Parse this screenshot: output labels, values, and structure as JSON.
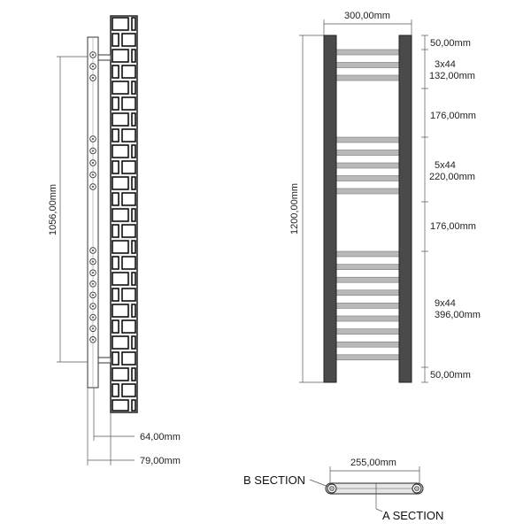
{
  "side_view": {
    "height_label": "1056,00mm",
    "depth_labels": [
      "64,00mm",
      "79,00mm"
    ]
  },
  "front_view": {
    "width_label": "300,00mm",
    "height_label": "1200,00mm",
    "rail_groups": [
      {
        "count": 3,
        "label_line1": "3x44",
        "label_line2": "132,00mm"
      },
      {
        "count": 5,
        "label_line1": "5x44",
        "label_line2": "220,00mm"
      },
      {
        "count": 9,
        "label_line1": "9x44",
        "label_line2": "396,00mm"
      }
    ],
    "right_dims": [
      "50,00mm",
      "176,00mm",
      "176,00mm",
      "50,00mm"
    ]
  },
  "section_view": {
    "width_label": "255,00mm",
    "b_section_label": "B SECTION",
    "a_section_label": "A SECTION"
  },
  "colors": {
    "upright": "#4a4a4a",
    "rail": "#b9b9b9",
    "brick_fill": "#f2f2f2",
    "brick_stroke": "#111111",
    "line": "#333333"
  }
}
